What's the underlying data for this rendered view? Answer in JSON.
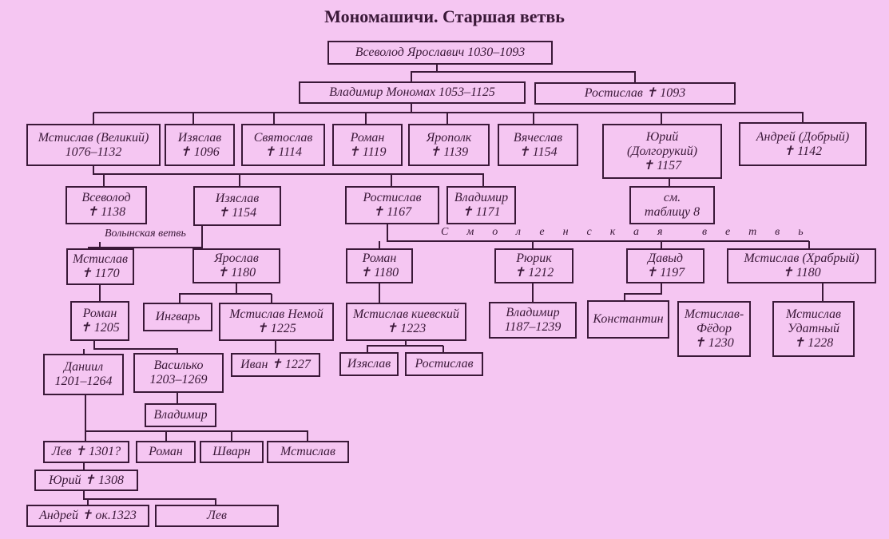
{
  "title": "Мономашичи. Старшая ветвь",
  "labels": {
    "volyn": "Волынская ветвь",
    "smolensk": "Смоленская ветвь"
  },
  "people": {
    "vsevolod_yar": [
      "Всеволод Ярославич 1030–1093"
    ],
    "vladimir_mon": [
      "Владимир Мономах 1053–1125"
    ],
    "rostislav1093": [
      "Ростислав ✝ 1093"
    ],
    "mstislav_vel": [
      "Мстислав (Великий)",
      "1076–1132"
    ],
    "izyaslav1096": [
      "Изяслав",
      "✝ 1096"
    ],
    "svyatoslav1114": [
      "Святослав",
      "✝ 1114"
    ],
    "roman1119": [
      "Роман",
      "✝ 1119"
    ],
    "yaropolk1139": [
      "Ярополк",
      "✝ 1139"
    ],
    "vyacheslav1154": [
      "Вячеслав",
      "✝ 1154"
    ],
    "yuri1157": [
      "Юрий",
      "(Долгорукий)",
      "✝ 1157"
    ],
    "andrei1142": [
      "Андрей (Добрый)",
      "✝ 1142"
    ],
    "vsevolod1138": [
      "Всеволод",
      "✝ 1138"
    ],
    "izyaslav1154": [
      "Изяслав",
      "✝ 1154"
    ],
    "rostislav1167": [
      "Ростислав",
      "✝ 1167"
    ],
    "vladimir1171": [
      "Владимир",
      "✝ 1171"
    ],
    "seetable": [
      "см.",
      "таблицу 8"
    ],
    "mstislav1170": [
      "Мстислав",
      "✝ 1170"
    ],
    "yaroslav1180": [
      "Ярослав",
      "✝ 1180"
    ],
    "roman1180": [
      "Роман",
      "✝ 1180"
    ],
    "ryurik1212": [
      "Рюрик",
      "✝ 1212"
    ],
    "davyd1197": [
      "Давыд",
      "✝ 1197"
    ],
    "mstislav_hr": [
      "Мстислав (Храбрый)",
      "✝ 1180"
    ],
    "roman1205": [
      "Роман",
      "✝ 1205"
    ],
    "ingvar": [
      "Ингварь"
    ],
    "mstislav_nemoi": [
      "Мстислав Немой",
      "✝ 1225"
    ],
    "mstislav_kiev": [
      "Мстислав киевский",
      "✝ 1223"
    ],
    "vladimir1187": [
      "Владимир",
      "1187–1239"
    ],
    "konstantin": [
      "Константин"
    ],
    "mstislav_fedor": [
      "Мстислав-",
      "Фёдор",
      "✝ 1230"
    ],
    "mstislav_udatny": [
      "Мстислав",
      "Удатный",
      "✝ 1228"
    ],
    "daniil": [
      "Даниил",
      "1201–1264"
    ],
    "vasilko": [
      "Василько",
      "1203–1269"
    ],
    "ivan1227": [
      "Иван ✝ 1227"
    ],
    "izyaslav_s": [
      "Изяслав"
    ],
    "rostislav_s": [
      "Ростислав"
    ],
    "vladimir_v": [
      "Владимир"
    ],
    "lev1301": [
      "Лев ✝ 1301?"
    ],
    "roman_d": [
      "Роман"
    ],
    "shvarn": [
      "Шварн"
    ],
    "mstislav_d": [
      "Мстислав"
    ],
    "yuri1308": [
      "Юрий ✝ 1308"
    ],
    "andrei1323": [
      "Андрей ✝ ок.1323"
    ],
    "lev_y": [
      "Лев"
    ]
  }
}
